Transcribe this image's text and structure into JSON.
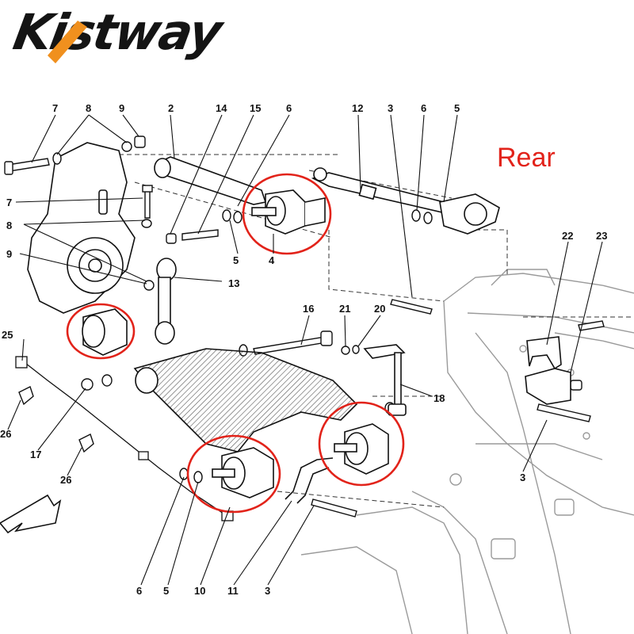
{
  "brand": {
    "name": "Kistway",
    "accent_color": "#f0901e"
  },
  "view_label": "Rear",
  "highlight_color": "#e2231a",
  "callouts": [
    {
      "id": "c7a",
      "text": "7"
    },
    {
      "id": "c8a",
      "text": "8"
    },
    {
      "id": "c9a",
      "text": "9"
    },
    {
      "id": "c2",
      "text": "2"
    },
    {
      "id": "c14",
      "text": "14"
    },
    {
      "id": "c15",
      "text": "15"
    },
    {
      "id": "c6a",
      "text": "6"
    },
    {
      "id": "c12",
      "text": "12"
    },
    {
      "id": "c3a",
      "text": "3"
    },
    {
      "id": "c6b",
      "text": "6"
    },
    {
      "id": "c5a",
      "text": "5"
    },
    {
      "id": "c7b",
      "text": "7"
    },
    {
      "id": "c8b",
      "text": "8"
    },
    {
      "id": "c9b",
      "text": "9"
    },
    {
      "id": "c5b",
      "text": "5"
    },
    {
      "id": "c4",
      "text": "4"
    },
    {
      "id": "c13",
      "text": "13"
    },
    {
      "id": "c16",
      "text": "16"
    },
    {
      "id": "c21",
      "text": "21"
    },
    {
      "id": "c20",
      "text": "20"
    },
    {
      "id": "c22",
      "text": "22"
    },
    {
      "id": "c23",
      "text": "23"
    },
    {
      "id": "c25",
      "text": "25"
    },
    {
      "id": "c18",
      "text": "18"
    },
    {
      "id": "c26a",
      "text": "26"
    },
    {
      "id": "c17",
      "text": "17"
    },
    {
      "id": "c26b",
      "text": "26"
    },
    {
      "id": "c3b",
      "text": "3"
    },
    {
      "id": "c6c",
      "text": "6"
    },
    {
      "id": "c5c",
      "text": "5"
    },
    {
      "id": "c10",
      "text": "10"
    },
    {
      "id": "c11",
      "text": "11"
    },
    {
      "id": "c3c",
      "text": "3"
    }
  ]
}
